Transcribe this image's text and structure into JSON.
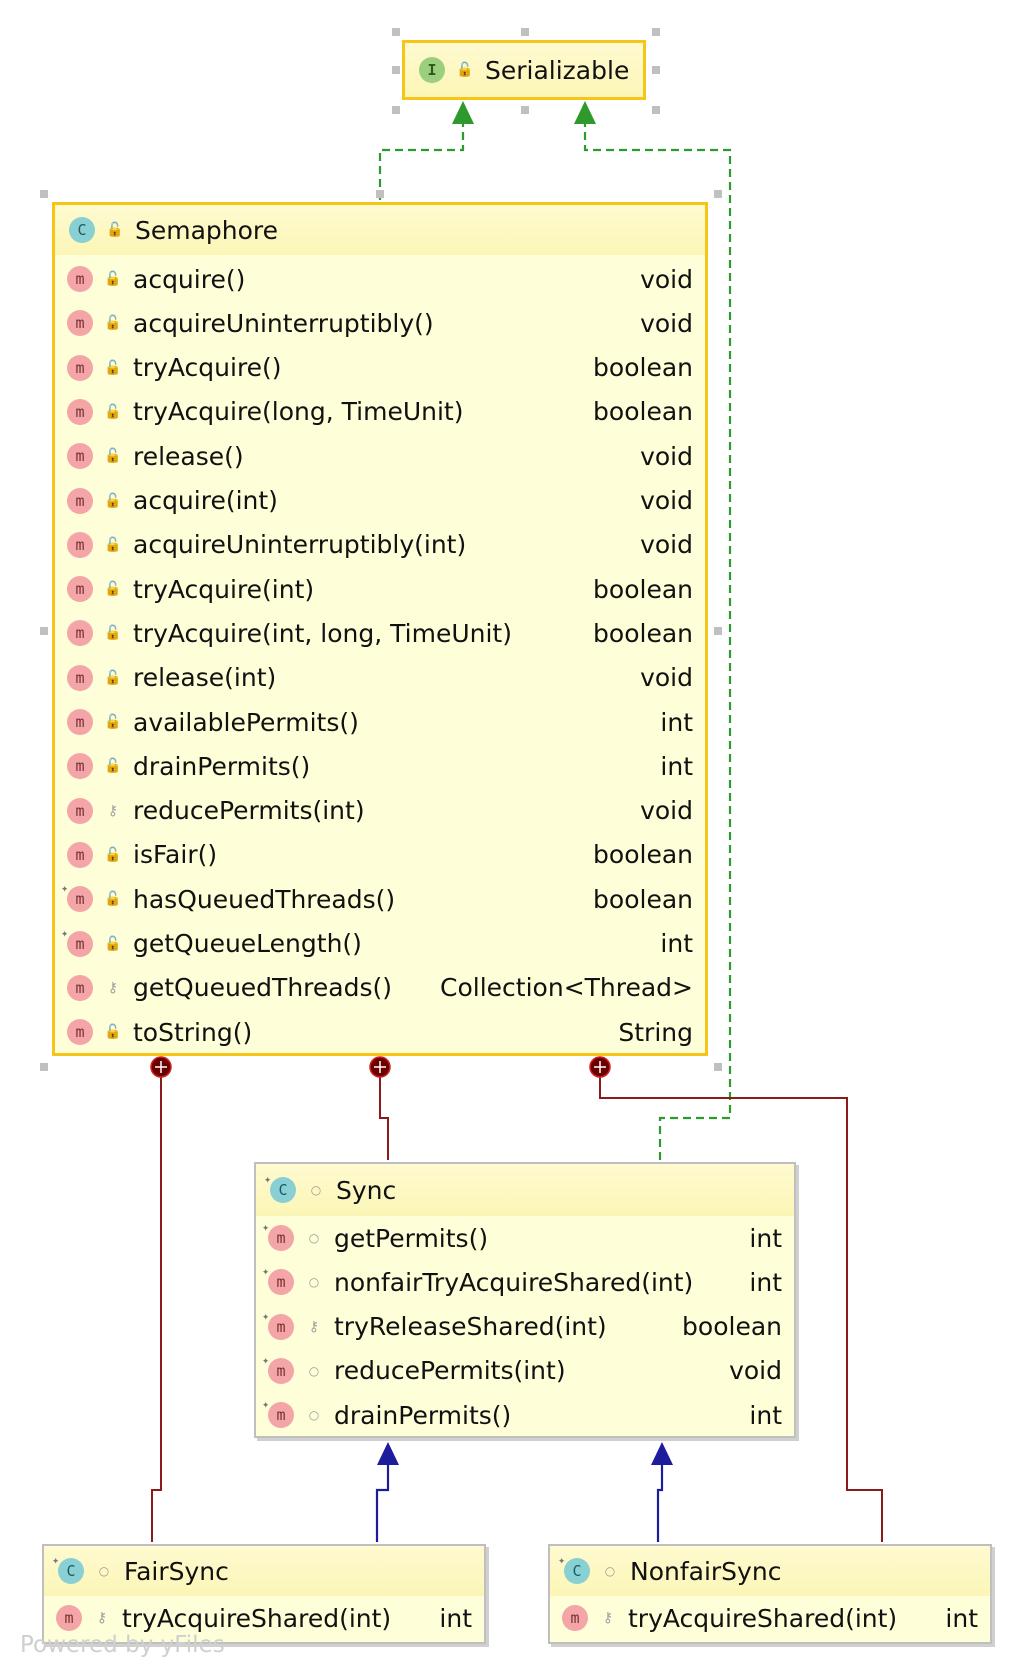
{
  "credit": "Powered by yFiles",
  "serializable": {
    "icon": "I",
    "title": "Serializable"
  },
  "semaphore": {
    "icon": "C",
    "title": "Semaphore",
    "members": [
      {
        "name": "acquire()",
        "type": "void",
        "visibility": "public",
        "overridden": false
      },
      {
        "name": "acquireUninterruptibly()",
        "type": "void",
        "visibility": "public",
        "overridden": false
      },
      {
        "name": "tryAcquire()",
        "type": "boolean",
        "visibility": "public",
        "overridden": false
      },
      {
        "name": "tryAcquire(long, TimeUnit)",
        "type": "boolean",
        "visibility": "public",
        "overridden": false
      },
      {
        "name": "release()",
        "type": "void",
        "visibility": "public",
        "overridden": false
      },
      {
        "name": "acquire(int)",
        "type": "void",
        "visibility": "public",
        "overridden": false
      },
      {
        "name": "acquireUninterruptibly(int)",
        "type": "void",
        "visibility": "public",
        "overridden": false
      },
      {
        "name": "tryAcquire(int)",
        "type": "boolean",
        "visibility": "public",
        "overridden": false
      },
      {
        "name": "tryAcquire(int, long, TimeUnit)",
        "type": "boolean",
        "visibility": "public",
        "overridden": false
      },
      {
        "name": "release(int)",
        "type": "void",
        "visibility": "public",
        "overridden": false
      },
      {
        "name": "availablePermits()",
        "type": "int",
        "visibility": "public",
        "overridden": false
      },
      {
        "name": "drainPermits()",
        "type": "int",
        "visibility": "public",
        "overridden": false
      },
      {
        "name": "reducePermits(int)",
        "type": "void",
        "visibility": "protected",
        "overridden": false
      },
      {
        "name": "isFair()",
        "type": "boolean",
        "visibility": "public",
        "overridden": false
      },
      {
        "name": "hasQueuedThreads()",
        "type": "boolean",
        "visibility": "public",
        "overridden": true
      },
      {
        "name": "getQueueLength()",
        "type": "int",
        "visibility": "public",
        "overridden": true
      },
      {
        "name": "getQueuedThreads()",
        "type": "Collection<Thread>",
        "visibility": "protected",
        "overridden": false
      },
      {
        "name": "toString()",
        "type": "String",
        "visibility": "public",
        "overridden": false
      }
    ]
  },
  "sync": {
    "icon": "C",
    "title": "Sync",
    "members": [
      {
        "name": "getPermits()",
        "type": "int",
        "visibility": "package",
        "overridden": true
      },
      {
        "name": "nonfairTryAcquireShared(int)",
        "type": "int",
        "visibility": "package",
        "overridden": true
      },
      {
        "name": "tryReleaseShared(int)",
        "type": "boolean",
        "visibility": "protected",
        "overridden": true
      },
      {
        "name": "reducePermits(int)",
        "type": "void",
        "visibility": "package",
        "overridden": true
      },
      {
        "name": "drainPermits()",
        "type": "int",
        "visibility": "package",
        "overridden": true
      }
    ]
  },
  "fairsync": {
    "icon": "C",
    "title": "FairSync",
    "members": [
      {
        "name": "tryAcquireShared(int)",
        "type": "int",
        "visibility": "protected",
        "overridden": false
      }
    ]
  },
  "nonfairsync": {
    "icon": "C",
    "title": "NonfairSync",
    "members": [
      {
        "name": "tryAcquireShared(int)",
        "type": "int",
        "visibility": "protected",
        "overridden": false
      }
    ]
  },
  "method_icon": "m",
  "icons": {
    "interface": "interface-icon",
    "class": "class-icon",
    "method": "method-icon",
    "public": "unlocked-icon",
    "protected": "key-icon",
    "package": "circle-icon"
  },
  "colors": {
    "realization": "#2e9a2e",
    "inheritance": "#1c1c9c",
    "inner_class": "#8b1a1a",
    "selected_border": "#f5c518",
    "node_fill": "#fefed8"
  }
}
